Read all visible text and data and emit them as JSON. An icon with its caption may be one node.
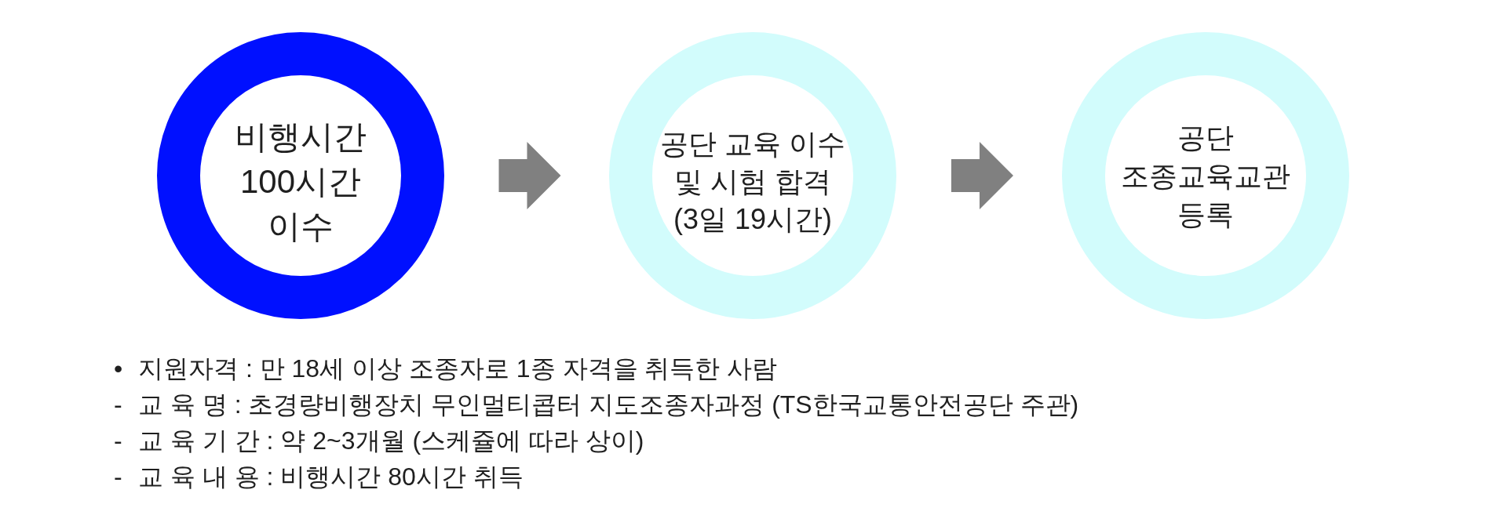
{
  "diagram": {
    "nodes": [
      {
        "text": [
          "비행시간 100시간 이수"
        ]
      },
      {
        "text": [
          "공단 교육 이수 및 시험 합격 (3일 19시간)"
        ]
      },
      {
        "text": [
          "공단 조종교육교관 등록"
        ]
      }
    ],
    "edges": [
      {
        "from": 0,
        "to": 1,
        "arrow": "to"
      },
      {
        "from": 1,
        "to": 2,
        "arrow": "to"
      }
    ],
    "labels": [
      "•",
      "지원자격 : 만 18세 이상 조종자로 1종 자격을 취득한 사람",
      "-",
      "교 육 명 : 초경량비행장치 무인멀티콥터 지도조종자과정 (TS한국교통안전공단 주관)",
      "-",
      "교 육 기 간 : 약 2~3개월 (스케쥴에 따라 상이)",
      "-",
      "교 육 내 용 : 비행시간 80시간 취득"
    ]
  }
}
